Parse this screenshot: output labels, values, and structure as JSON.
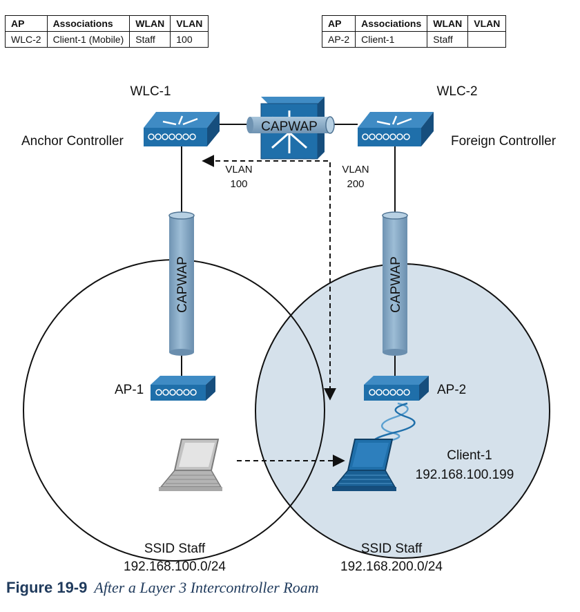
{
  "tables": [
    {
      "headers": [
        "AP",
        "Associations",
        "WLAN",
        "VLAN"
      ],
      "row": [
        "WLC-2",
        "Client-1 (Mobile)",
        "Staff",
        "100"
      ]
    },
    {
      "headers": [
        "AP",
        "Associations",
        "WLAN",
        "VLAN"
      ],
      "row": [
        "AP-2",
        "Client-1",
        "Staff",
        ""
      ]
    }
  ],
  "controllers": {
    "wlc1": {
      "name": "WLC-1",
      "role": "Anchor Controller"
    },
    "wlc2": {
      "name": "WLC-2",
      "role": "Foreign Controller"
    }
  },
  "tunnel_label": "CAPWAP",
  "vlans": {
    "left": {
      "line1": "VLAN",
      "line2": "100"
    },
    "right": {
      "line1": "VLAN",
      "line2": "200"
    }
  },
  "aps": {
    "ap1": "AP-1",
    "ap2": "AP-2"
  },
  "client": {
    "name": "Client-1",
    "ip": "192.168.100.199"
  },
  "cells": {
    "left": {
      "ssid": "SSID Staff",
      "subnet": "192.168.100.0/24"
    },
    "right": {
      "ssid": "SSID Staff",
      "subnet": "192.168.200.0/24"
    }
  },
  "caption": {
    "label": "Figure 19-9",
    "text": "After a Layer 3 Intercontroller Roam"
  },
  "colors": {
    "device_blue": "#1f6faa",
    "device_dark": "#164e7d",
    "capwap_tube": "#87a9c4",
    "cell_fill": "#d5e1eb",
    "caption": "#1f3a5c"
  }
}
